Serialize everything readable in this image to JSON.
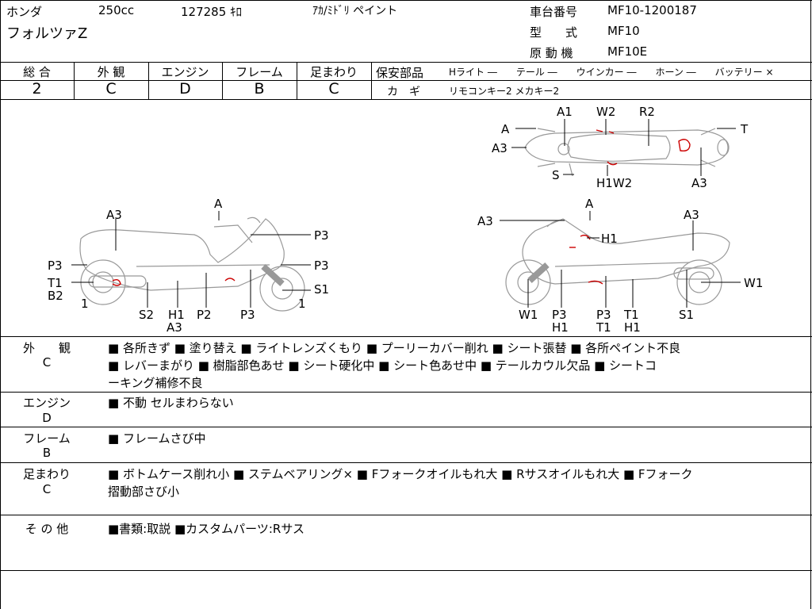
{
  "header": {
    "maker": "ホンダ",
    "cc": "250cc",
    "mileage": "127285 ｷﾛ",
    "color": "ｱｶ/ﾐﾄﾞﾘ ペイント",
    "model_name": "フォルツァZ",
    "frame_no_label": "車台番号",
    "frame_no": "MF10-1200187",
    "type_label": "型　　式",
    "type": "MF10",
    "engine_label": "原 動 機",
    "engine": "MF10E"
  },
  "grades": {
    "total_label": "総 合",
    "total": "2",
    "exterior_label": "外 観",
    "exterior": "C",
    "engine_label": "エンジン",
    "engine": "D",
    "frame_label": "フレーム",
    "frame": "B",
    "suspension_label": "足まわり",
    "suspension": "C"
  },
  "safety": {
    "label": "保安部品",
    "items": "Hライト ―　　テール ―　　ウインカー ―　　ホーン ―　　バッテリー ×",
    "key_label": "カ　ギ",
    "key_value": "リモコンキー2 メカキー2"
  },
  "diagram": {
    "top_labels": [
      "A",
      "A3",
      "A1",
      "W2",
      "R2",
      "T",
      "S",
      "H1W2",
      "A3"
    ],
    "left_labels": [
      "A",
      "A3",
      "P3",
      "P3",
      "P3",
      "T1",
      "B2",
      "1",
      "S2",
      "H1",
      "A3",
      "P2",
      "P3",
      "1",
      "S1"
    ],
    "right_labels": [
      "A",
      "A3",
      "A3",
      "H1",
      "W1",
      "P3",
      "H1",
      "P3",
      "T1",
      "T1",
      "H1",
      "S1",
      "W1"
    ]
  },
  "sections": {
    "exterior": {
      "label": "外　　観",
      "grade": "C",
      "line1": "■ 各所きず ■ 塗り替え ■ ライトレンズくもり ■ プーリーカバー削れ ■ シート張替 ■ 各所ペイント不良",
      "line2": "■ レバーまがり ■ 樹脂部色あせ ■ シート硬化中 ■ シート色あせ中 ■ テールカウル欠品 ■ シートコ",
      "line3": "ーキング補修不良"
    },
    "engine": {
      "label": "エンジン",
      "grade": "D",
      "line1": "■ 不動 セルまわらない"
    },
    "frame": {
      "label": "フレーム",
      "grade": "B",
      "line1": "■ フレームさび中"
    },
    "suspension": {
      "label": "足まわり",
      "grade": "C",
      "line1": "■ ボトムケース削れ小 ■ ステムベアリング× ■ Fフォークオイルもれ大 ■ Rサスオイルもれ大 ■ Fフォーク",
      "line2": "摺動部さび小"
    },
    "other": {
      "label": "そ の 他",
      "line1": "■書類:取説 ■カスタムパーツ:Rサス"
    }
  }
}
